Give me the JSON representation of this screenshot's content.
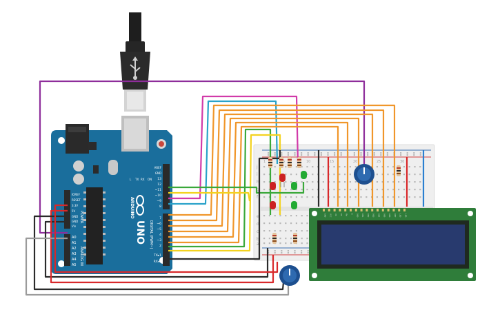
{
  "board": {
    "brand": "ARDUINO",
    "model": "UNO",
    "power_header": "POWER",
    "analog_header": "ANALOG IN",
    "digital_header": "DIGITAL (PWM~)",
    "power_pins": [
      "IOREF",
      "RESET",
      "3.3V",
      "5V",
      "GND",
      "GND",
      "Vin"
    ],
    "analog_pins": [
      "A0",
      "A1",
      "A2",
      "A3",
      "A4",
      "A5"
    ],
    "digital_pins": [
      "AREF",
      "GND",
      "13",
      "12",
      "~11",
      "~10",
      "~9",
      "8",
      "7",
      "~6",
      "~5",
      "4",
      "~3",
      "2",
      "TX▸1",
      "RX◂0"
    ],
    "led_labels": [
      "L",
      "TX",
      "RX",
      "ON"
    ]
  },
  "breadboard": {
    "row_letters_top": [
      "j",
      "i",
      "h",
      "g",
      "f"
    ],
    "row_letters_bottom": [
      "e",
      "d",
      "c",
      "b",
      "a"
    ],
    "col_numbers": [
      "1",
      "5",
      "10",
      "15",
      "20",
      "25",
      "30"
    ]
  },
  "lcd": {
    "pin_labels": [
      "GND",
      "VCC",
      "V0",
      "RS",
      "RW",
      "E",
      "DB0",
      "DB1",
      "DB2",
      "DB3",
      "DB4",
      "DB5",
      "DB6",
      "DB7",
      "LED",
      "LED"
    ]
  },
  "colors": {
    "board": "#1a6e9c",
    "breadboard": "#efefef",
    "lcd_pcb": "#2f7d3a",
    "lcd_screen": "#283a6e",
    "pot": "#1d4f8f",
    "wire_purple": "#8e2d9b",
    "wire_magenta": "#d13aa9",
    "wire_cyan": "#2aa2c9",
    "wire_orange": "#f0962a",
    "wire_green": "#3aa83a",
    "wire_yellow": "#f3d21f",
    "wire_red": "#d8282a",
    "wire_black": "#2a2a2a",
    "wire_gray": "#9b9b9b"
  },
  "icons": [
    "usb-plug-icon",
    "infinity-logo-icon"
  ]
}
